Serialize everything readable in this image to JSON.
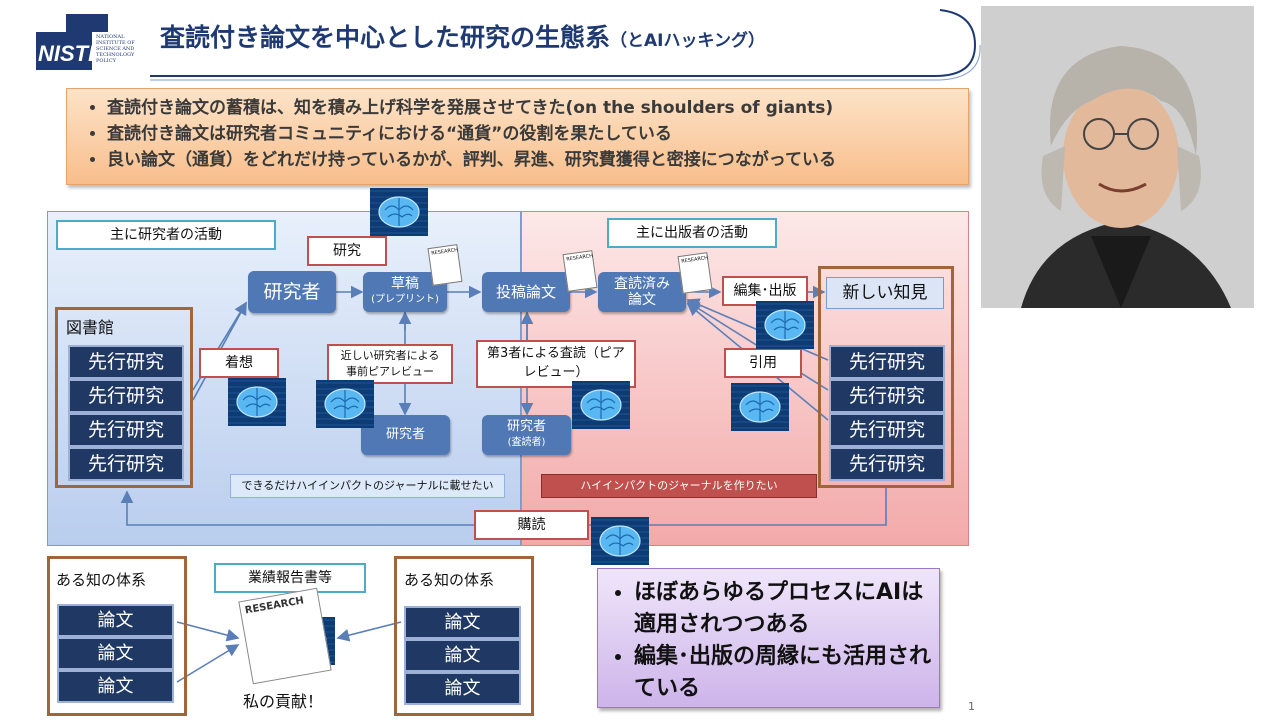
{
  "header": {
    "title": "査読付き論文を中心とした研究の生態系",
    "subtitle": "（とAIハッキング）",
    "logo_letters": "NISTEP",
    "logo_lines": [
      "NATIONAL",
      "INSTITUTE OF",
      "SCIENCE AND",
      "TECHNOLOGY",
      "POLICY"
    ]
  },
  "bullets": [
    "査読付き論文の蓄積は、知を積み上げ科学を発展させてきた(on the shoulders of giants)",
    "査読付き論文は研究者コミュニティにおける“通貨”の役割を果たしている",
    "良い論文（通貨）をどれだけ持っているかが、評判、昇進、研究費獲得と密接につながっている"
  ],
  "diagram": {
    "left_area_label": "主に研究者の活動",
    "right_area_label": "主に出版者の活動",
    "library_label": "図書館",
    "prior_research": "先行研究",
    "researcher": "研究者",
    "research_label": "研究",
    "idea_label": "着想",
    "draft": "草稿",
    "draft_sub": "(プレプリント)",
    "preprint_review": "近しい研究者による\n事前ピアレビュー",
    "researcher_small": "研究者",
    "submitted": "投稿論文",
    "third_party_review": "第3者による査読（ピアレビュー）",
    "reviewer": "研究者",
    "reviewer_sub": "(査読者)",
    "reviewed": "査読済み\n論文",
    "edit_publish": "編集･出版",
    "new_knowledge": "新しい知見",
    "citation": "引用",
    "blue_strip": "できるだけハイインパクトのジャーナルに載せたい",
    "red_strip": "ハイインパクトのジャーナルを作りたい",
    "subscribe": "購読",
    "doc_word": "RESEARCH"
  },
  "bottom": {
    "body_of_knowledge": "ある知の体系",
    "paper": "論文",
    "report_label": "業績報告書等",
    "contribution": "私の貢献！"
  },
  "ai_box": [
    "ほぼあらゆるプロセスにAIは適用されつつある",
    "編集･出版の周縁にも活用されている"
  ],
  "page_number": "1",
  "colors": {
    "title": "#1f3a73",
    "node_blue": "#4f78b5",
    "navy": "#1f3864",
    "red_border": "#c0504d",
    "group_border": "#a0653a"
  }
}
